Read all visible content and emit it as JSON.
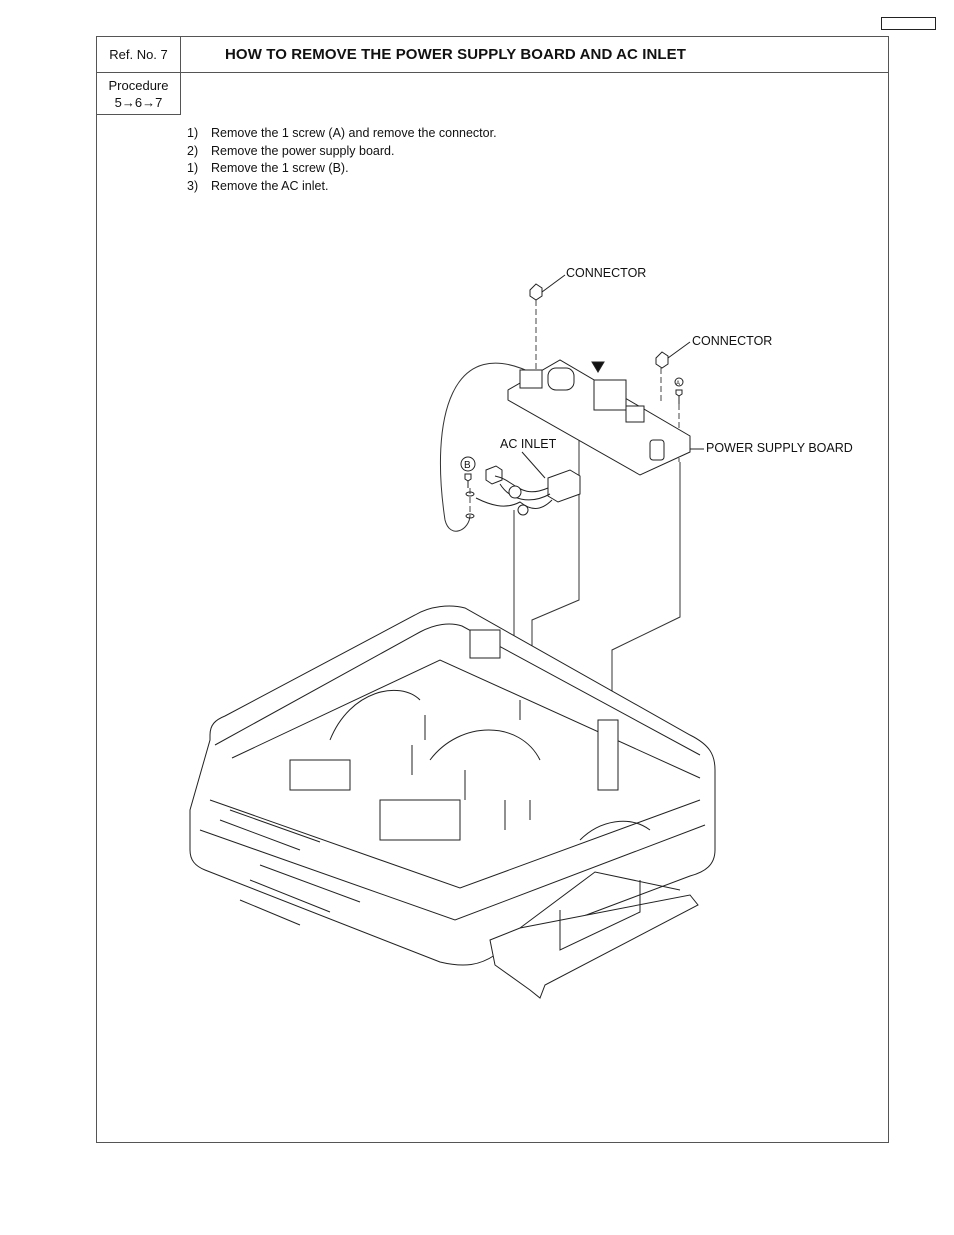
{
  "header": {
    "ref_no": "Ref. No. 7",
    "title": "HOW TO REMOVE THE POWER SUPPLY BOARD AND AC INLET"
  },
  "procedure": {
    "label": "Procedure",
    "sequence": "5→6→7"
  },
  "steps": [
    {
      "num": "1)",
      "text": "Remove the 1 screw (A) and remove the connector."
    },
    {
      "num": "2)",
      "text": "Remove the power supply board."
    },
    {
      "num": "1)",
      "text": "Remove the 1 screw (B)."
    },
    {
      "num": "3)",
      "text": "Remove the AC inlet."
    }
  ],
  "figure": {
    "labels": {
      "connector_top": "CONNECTOR",
      "connector_right": "CONNECTOR",
      "power_supply_board": "POWER SUPPLY BOARD",
      "ac_inlet": "AC INLET",
      "screw_b": "B",
      "screw_a": "A"
    }
  }
}
